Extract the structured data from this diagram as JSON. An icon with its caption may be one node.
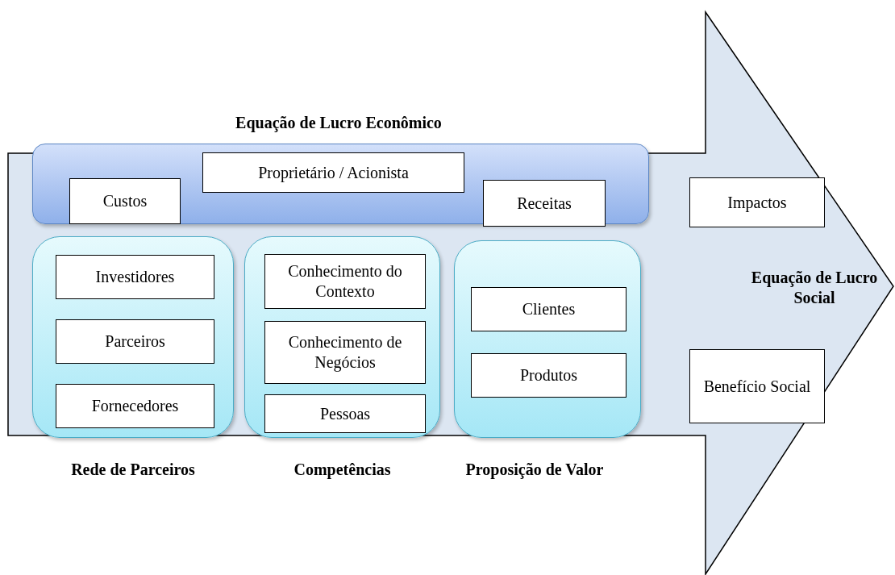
{
  "diagram": {
    "nodes": [
      {
        "text": [
          "Equação de Lucro Social"
        ]
      },
      {
        "text": [
          "Equação de Lucro Econômico"
        ],
        "in": 0
      },
      {
        "text": [
          "Proprietário / Acionista"
        ],
        "in": 1
      },
      {
        "text": [
          "Custos"
        ],
        "in": 1
      },
      {
        "text": [
          "Receitas"
        ],
        "in": 1
      },
      {
        "text": [
          "Impactos"
        ],
        "in": 0
      },
      {
        "text": [
          "Rede de Parceiros"
        ],
        "in": 0
      },
      {
        "text": [
          "Investidores"
        ],
        "in": 6
      },
      {
        "text": [
          "Parceiros"
        ],
        "in": 6
      },
      {
        "text": [
          "Fornecedores"
        ],
        "in": 6
      },
      {
        "text": [
          "Competências"
        ],
        "in": 0
      },
      {
        "text": [
          "Conhecimento do Contexto"
        ],
        "in": 10
      },
      {
        "text": [
          "Conhecimento de Negócios"
        ],
        "in": 10
      },
      {
        "text": [
          "Pessoas"
        ],
        "in": 10
      },
      {
        "text": [
          "Proposição de Valor"
        ],
        "in": 0
      },
      {
        "text": [
          "Clientes"
        ],
        "in": 14
      },
      {
        "text": [
          "Produtos"
        ],
        "in": 14
      },
      {
        "text": [
          "Benefício Social"
        ],
        "in": 0
      }
    ]
  }
}
